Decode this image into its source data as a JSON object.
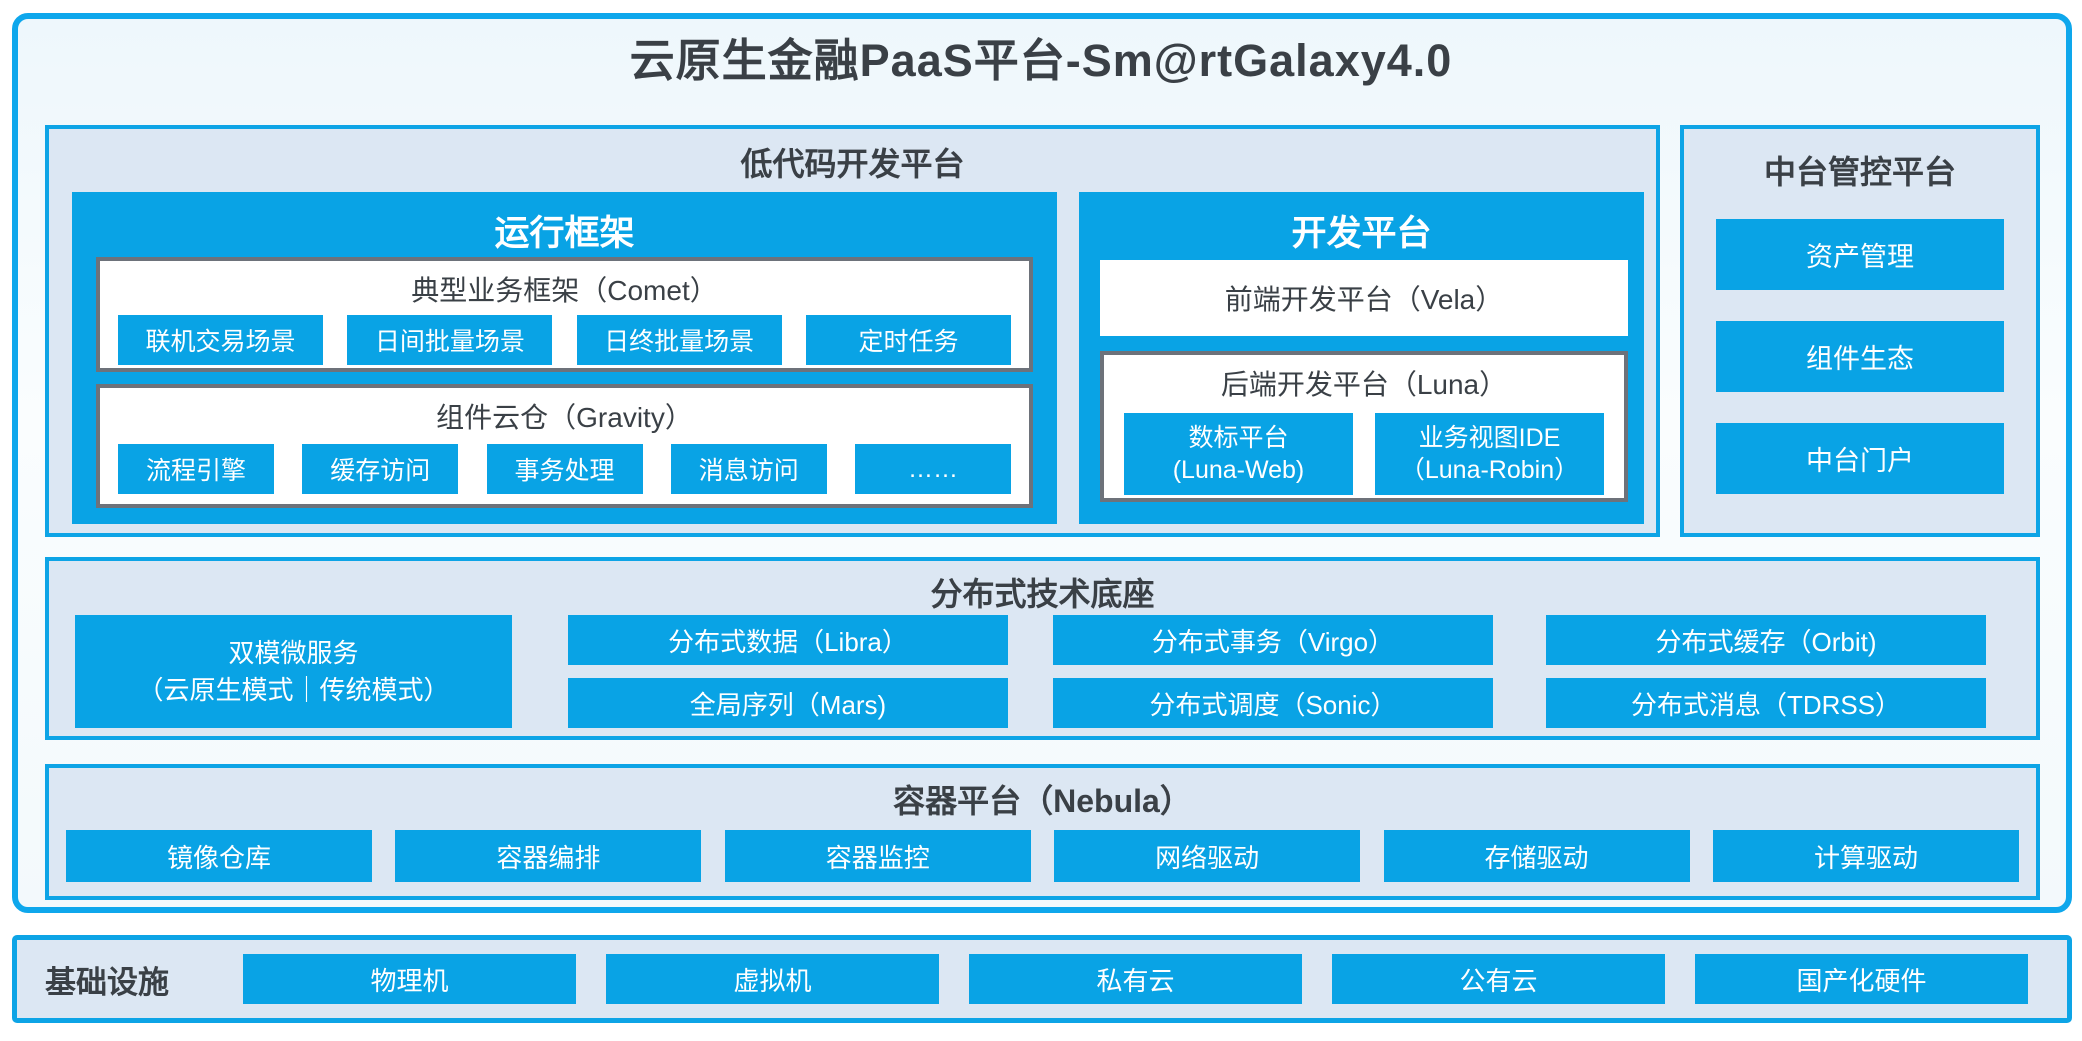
{
  "page_title": "云原生金融PaaS平台-Sm@rtGalaxy4.0",
  "colors": {
    "accent_blue": "#09a3e5",
    "panel_border_blue": "#0da4e6",
    "panel_background": "#dce7f3",
    "box_border_gray": "#6d727a",
    "dark_text": "#3a4046"
  },
  "low_code": {
    "title": "低代码开发平台",
    "runtime": {
      "title": "运行框架",
      "comet": {
        "title": "典型业务框架（Comet）",
        "chips": [
          "联机交易场景",
          "日间批量场景",
          "日终批量场景",
          "定时任务"
        ]
      },
      "gravity": {
        "title": "组件云仓（Gravity）",
        "chips": [
          "流程引擎",
          "缓存访问",
          "事务处理",
          "消息访问",
          "……"
        ]
      }
    },
    "dev": {
      "title": "开发平台",
      "vela_title": "前端开发平台（Vela）",
      "luna": {
        "title": "后端开发平台（Luna）",
        "chips": [
          {
            "line1": "数标平台",
            "line2": "(Luna-Web)"
          },
          {
            "line1": "业务视图IDE",
            "line2": "（Luna-Robin）"
          }
        ]
      }
    }
  },
  "mid_platform": {
    "title": "中台管控平台",
    "buttons": [
      "资产管理",
      "组件生态",
      "中台门户"
    ]
  },
  "distributed": {
    "title": "分布式技术底座",
    "dual_mode": {
      "line1": "双模微服务",
      "line2": "（云原生模式｜传统模式）"
    },
    "row1": [
      "分布式数据（Libra）",
      "分布式事务（Virgo）",
      "分布式缓存（Orbit)"
    ],
    "row2": [
      "全局序列（Mars)",
      "分布式调度（Sonic）",
      "分布式消息（TDRSS）"
    ]
  },
  "container_platform": {
    "title": "容器平台（Nebula）",
    "chips": [
      "镜像仓库",
      "容器编排",
      "容器监控",
      "网络驱动",
      "存储驱动",
      "计算驱动"
    ]
  },
  "infrastructure": {
    "title": "基础设施",
    "chips": [
      "物理机",
      "虚拟机",
      "私有云",
      "公有云",
      "国产化硬件"
    ]
  }
}
